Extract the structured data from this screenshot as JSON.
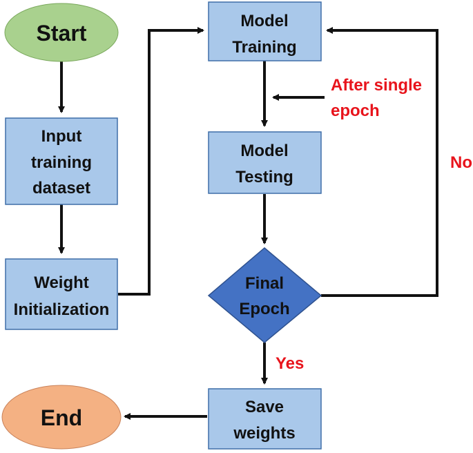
{
  "colors": {
    "box_fill": "#a9c8ea",
    "box_stroke": "#3f6ea8",
    "decision_fill": "#4472c4",
    "start_fill": "#a9d18e",
    "end_fill": "#f4b183",
    "annotation": "#e8141c",
    "connector": "#111111"
  },
  "nodes": {
    "start": {
      "label": "Start"
    },
    "input": {
      "lines": [
        "Input",
        "training",
        "dataset"
      ]
    },
    "weight_init": {
      "lines": [
        "Weight",
        "Initialization"
      ]
    },
    "model_training": {
      "lines": [
        "Model",
        "Training"
      ]
    },
    "model_testing": {
      "lines": [
        "Model",
        "Testing"
      ]
    },
    "final_epoch": {
      "lines": [
        "Final",
        "Epoch"
      ]
    },
    "save_weights": {
      "lines": [
        "Save",
        "weights"
      ]
    },
    "end": {
      "label": "End"
    }
  },
  "annotations": {
    "after_epoch": [
      "After single",
      "epoch"
    ],
    "no": "No",
    "yes": "Yes"
  }
}
